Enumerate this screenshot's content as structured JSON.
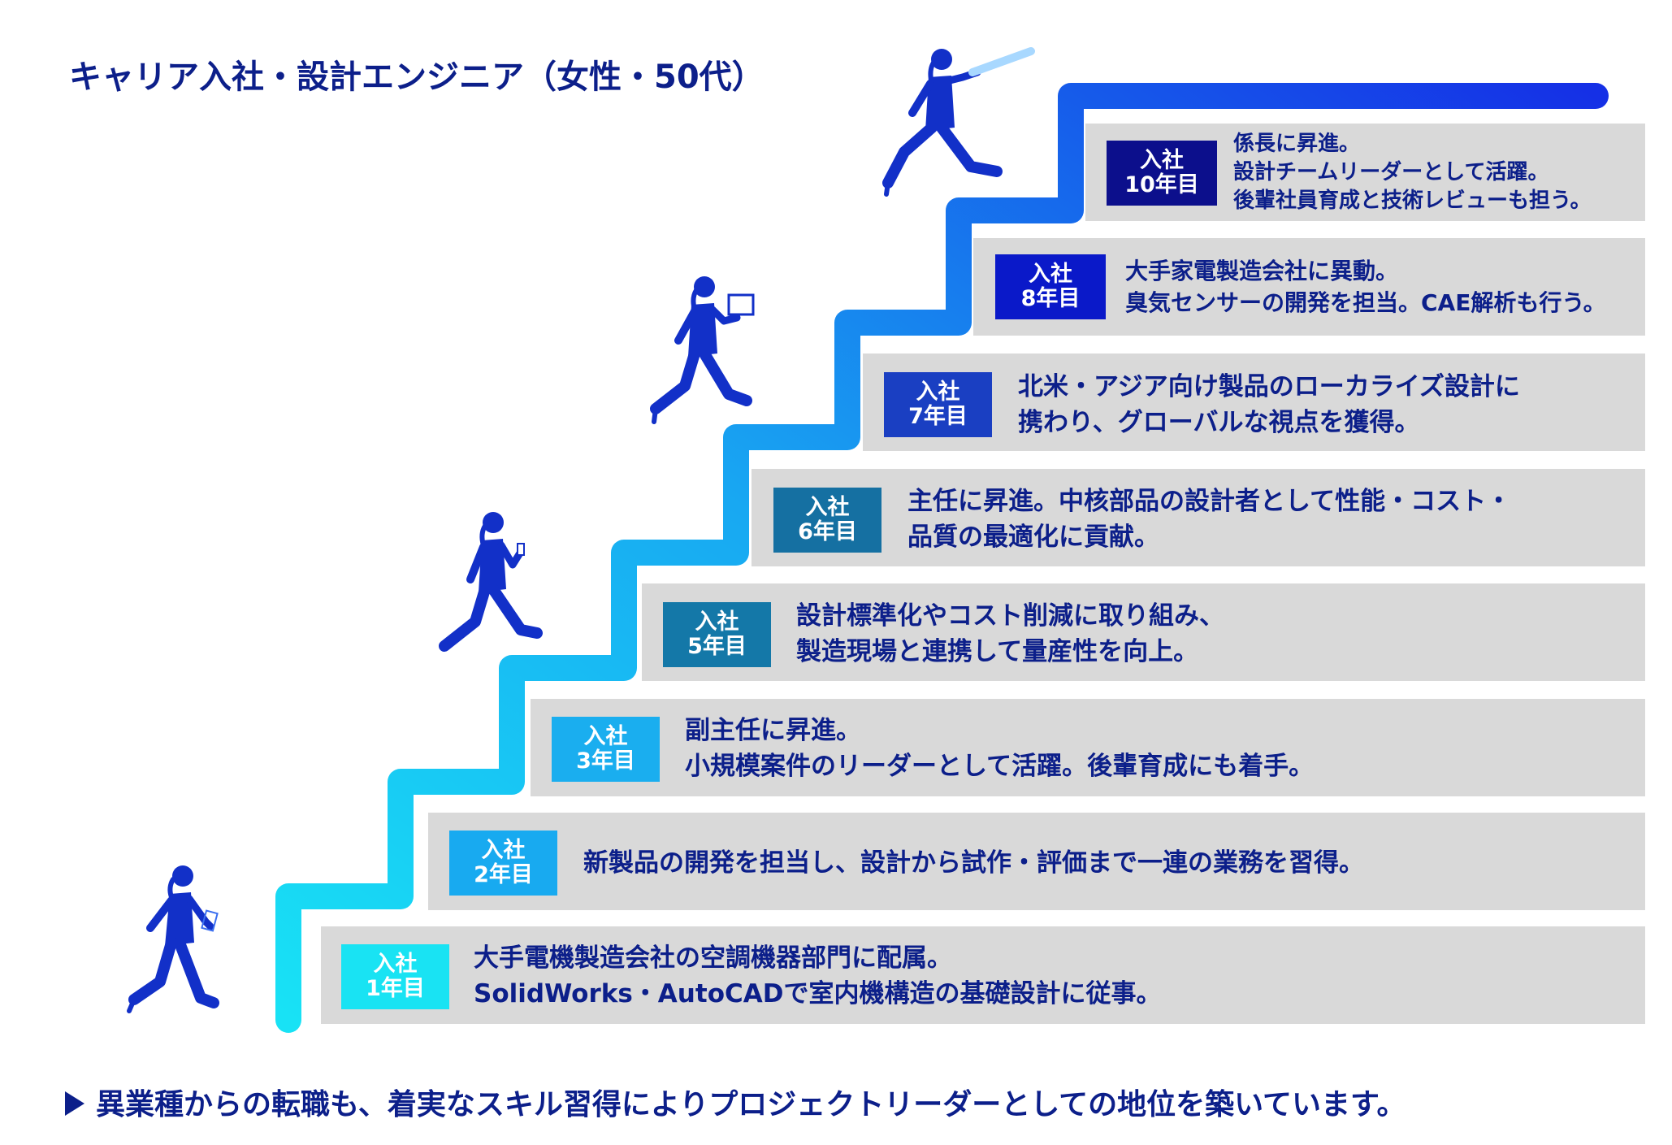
{
  "title": "キャリア入社・設計エンジニア（女性・50代）",
  "colors": {
    "text": "#0c1f8a",
    "step_bg": "#d9d9d9",
    "stair_gradient_start": "#18e2f5",
    "stair_gradient_end": "#1535e6"
  },
  "steps": [
    {
      "badge_line1": "入社",
      "badge_line2": "1年目",
      "badge_color": "#19e3f3",
      "line1": "大手電機製造会社の空調機器部門に配属。",
      "line2": "SolidWorks・AutoCADで室内機構造の基礎設計に従事。"
    },
    {
      "badge_line1": "入社",
      "badge_line2": "2年目",
      "badge_color": "#18aaf0",
      "line1": "新製品の開発を担当し、設計から試作・評価まで一連の業務を習得。",
      "line2": ""
    },
    {
      "badge_line1": "入社",
      "badge_line2": "3年目",
      "badge_color": "#1aaeef",
      "line1": "副主任に昇進。",
      "line2": "小規模案件のリーダーとして活躍。後輩育成にも着手。"
    },
    {
      "badge_line1": "入社",
      "badge_line2": "5年目",
      "badge_color": "#1478a8",
      "line1": "設計標準化やコスト削減に取り組み、",
      "line2": "製造現場と連携して量産性を向上。"
    },
    {
      "badge_line1": "入社",
      "badge_line2": "6年目",
      "badge_color": "#1570a2",
      "line1": "主任に昇進。中核部品の設計者として性能・コスト・",
      "line2": "品質の最適化に貢献。"
    },
    {
      "badge_line1": "入社",
      "badge_line2": "7年目",
      "badge_color": "#1a3fc2",
      "line1": "北米・アジア向け製品のローカライズ設計に",
      "line2": "携わり、グローバルな視点を獲得。"
    },
    {
      "badge_line1": "入社",
      "badge_line2": "8年目",
      "badge_color": "#0a19c9",
      "line1": "大手家電製造会社に異動。",
      "line2": "臭気センサーの開発を担当。CAE解析も行う。"
    },
    {
      "badge_line1": "入社",
      "badge_line2": "10年目",
      "badge_color": "#0c0f8c",
      "line1": "係長に昇進。",
      "line2": "設計チームリーダーとして活躍。",
      "line3": "後輩社員育成と技術レビューも担う。"
    }
  ],
  "figures": [
    {
      "icon": "walking-woman-with-document-icon"
    },
    {
      "icon": "walking-woman-with-phone-icon"
    },
    {
      "icon": "walking-woman-with-laptop-icon"
    },
    {
      "icon": "running-woman-with-telescope-icon"
    }
  ],
  "footer": "異業種からの転職も、着実なスキル習得によりプロジェクトリーダーとしての地位を築いています。"
}
